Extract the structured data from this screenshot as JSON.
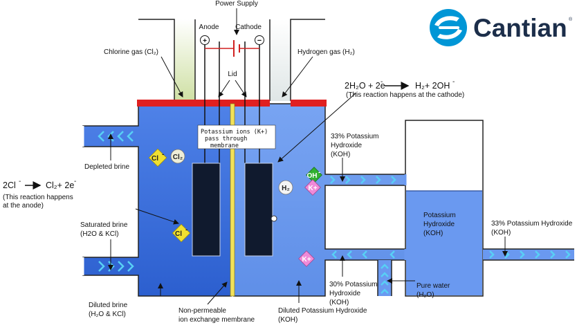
{
  "brand": {
    "name": "Cantian",
    "trademark": "®",
    "logo_colors": {
      "circle": "#0096d6",
      "text": "#1c2e4a"
    }
  },
  "colors": {
    "anode_fluid": "#3b6fd9",
    "cathode_fluid": "#6a99f0",
    "lid": "#e02020",
    "membrane": "#f2e25a",
    "electrode": "#101a2e",
    "chlorine_gas": "#dbe8b8",
    "hydrogen_gas": "#e8ecec",
    "flow_arrow": "#58d0f5"
  },
  "labels": {
    "power_supply": "Power Supply",
    "anode": "Anode",
    "cathode": "Cathode",
    "plus": "+",
    "minus": "−",
    "lid": "Lid",
    "chlorine_gas": "Chlorine gas (Cl₂)",
    "hydrogen_gas": "Hydrogen gas (H₂)",
    "cathode_reaction": {
      "left": "2H₂O + 2e",
      "sup": "-",
      "right": "H₂+ 2OH",
      "right_sup": "-"
    },
    "cathode_reaction_note": "(This reaction happens at the cathode)",
    "anode_reaction": {
      "left": "2Cl",
      "left_sup": "-",
      "right": "Cl₂+ 2e",
      "right_sup": "-"
    },
    "anode_reaction_note_1": "(This reaction happens",
    "anode_reaction_note_2": "at the anode)",
    "membrane_note_1": "Potassium ions (K+)",
    "membrane_note_2": "pass through",
    "membrane_note_3": "membrane",
    "depleted_brine": "Depleted brine",
    "saturated_brine_1": "Saturated brine",
    "saturated_brine_2": "(H2O & KCl)",
    "diluted_brine_1": "Diluted brine",
    "diluted_brine_2": "(H₂O & KCl)",
    "membrane_label_1": "Non-permeable",
    "membrane_label_2": "ion exchange membrane",
    "diluted_koh_1": "Diluted Potassium Hydroxide",
    "diluted_koh_2": "(KOH)",
    "koh33_top_1": "33% Potassium",
    "koh33_top_2": "Hydroxide",
    "koh33_top_3": "(KOH)",
    "koh_tank_1": "Potassium",
    "koh_tank_2": "Hydroxide",
    "koh_tank_3": "(KOH)",
    "koh33_right_1": "33% Potassium Hydroxide",
    "koh33_right_2": "(KOH)",
    "koh30_1": "30% Potassium",
    "koh30_2": "Hydroxide",
    "koh30_3": "(KOH)",
    "pure_water_1": "Pure water",
    "pure_water_2": "(H₂O)"
  },
  "ions": {
    "cl_minus": "Cl",
    "cl_minus_sup": "-",
    "cl2": "Cl₂",
    "h2": "H₂",
    "k_plus": "K+",
    "oh_minus": "OH",
    "oh_minus_sup": "-"
  }
}
